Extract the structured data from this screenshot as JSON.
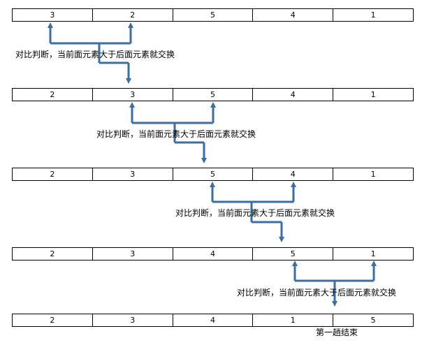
{
  "rows": [
    [
      "3",
      "2",
      "5",
      "4",
      "1"
    ],
    [
      "2",
      "3",
      "5",
      "4",
      "1"
    ],
    [
      "2",
      "3",
      "5",
      "4",
      "1"
    ],
    [
      "2",
      "3",
      "4",
      "5",
      "1"
    ],
    [
      "2",
      "3",
      "4",
      "1",
      "5"
    ]
  ],
  "notes": [
    "对比判断，当前面元素大于后面元素就交换",
    "对比判断，当前面元素大于后面元素就交换",
    "对比判断，当前面元素大于后面元素就交换",
    "对比判断，当前面元素大于后面元素就交换"
  ],
  "footer": "第一趟结束",
  "colors": {
    "arrow": "#3a6ea5",
    "border": "#000000"
  }
}
